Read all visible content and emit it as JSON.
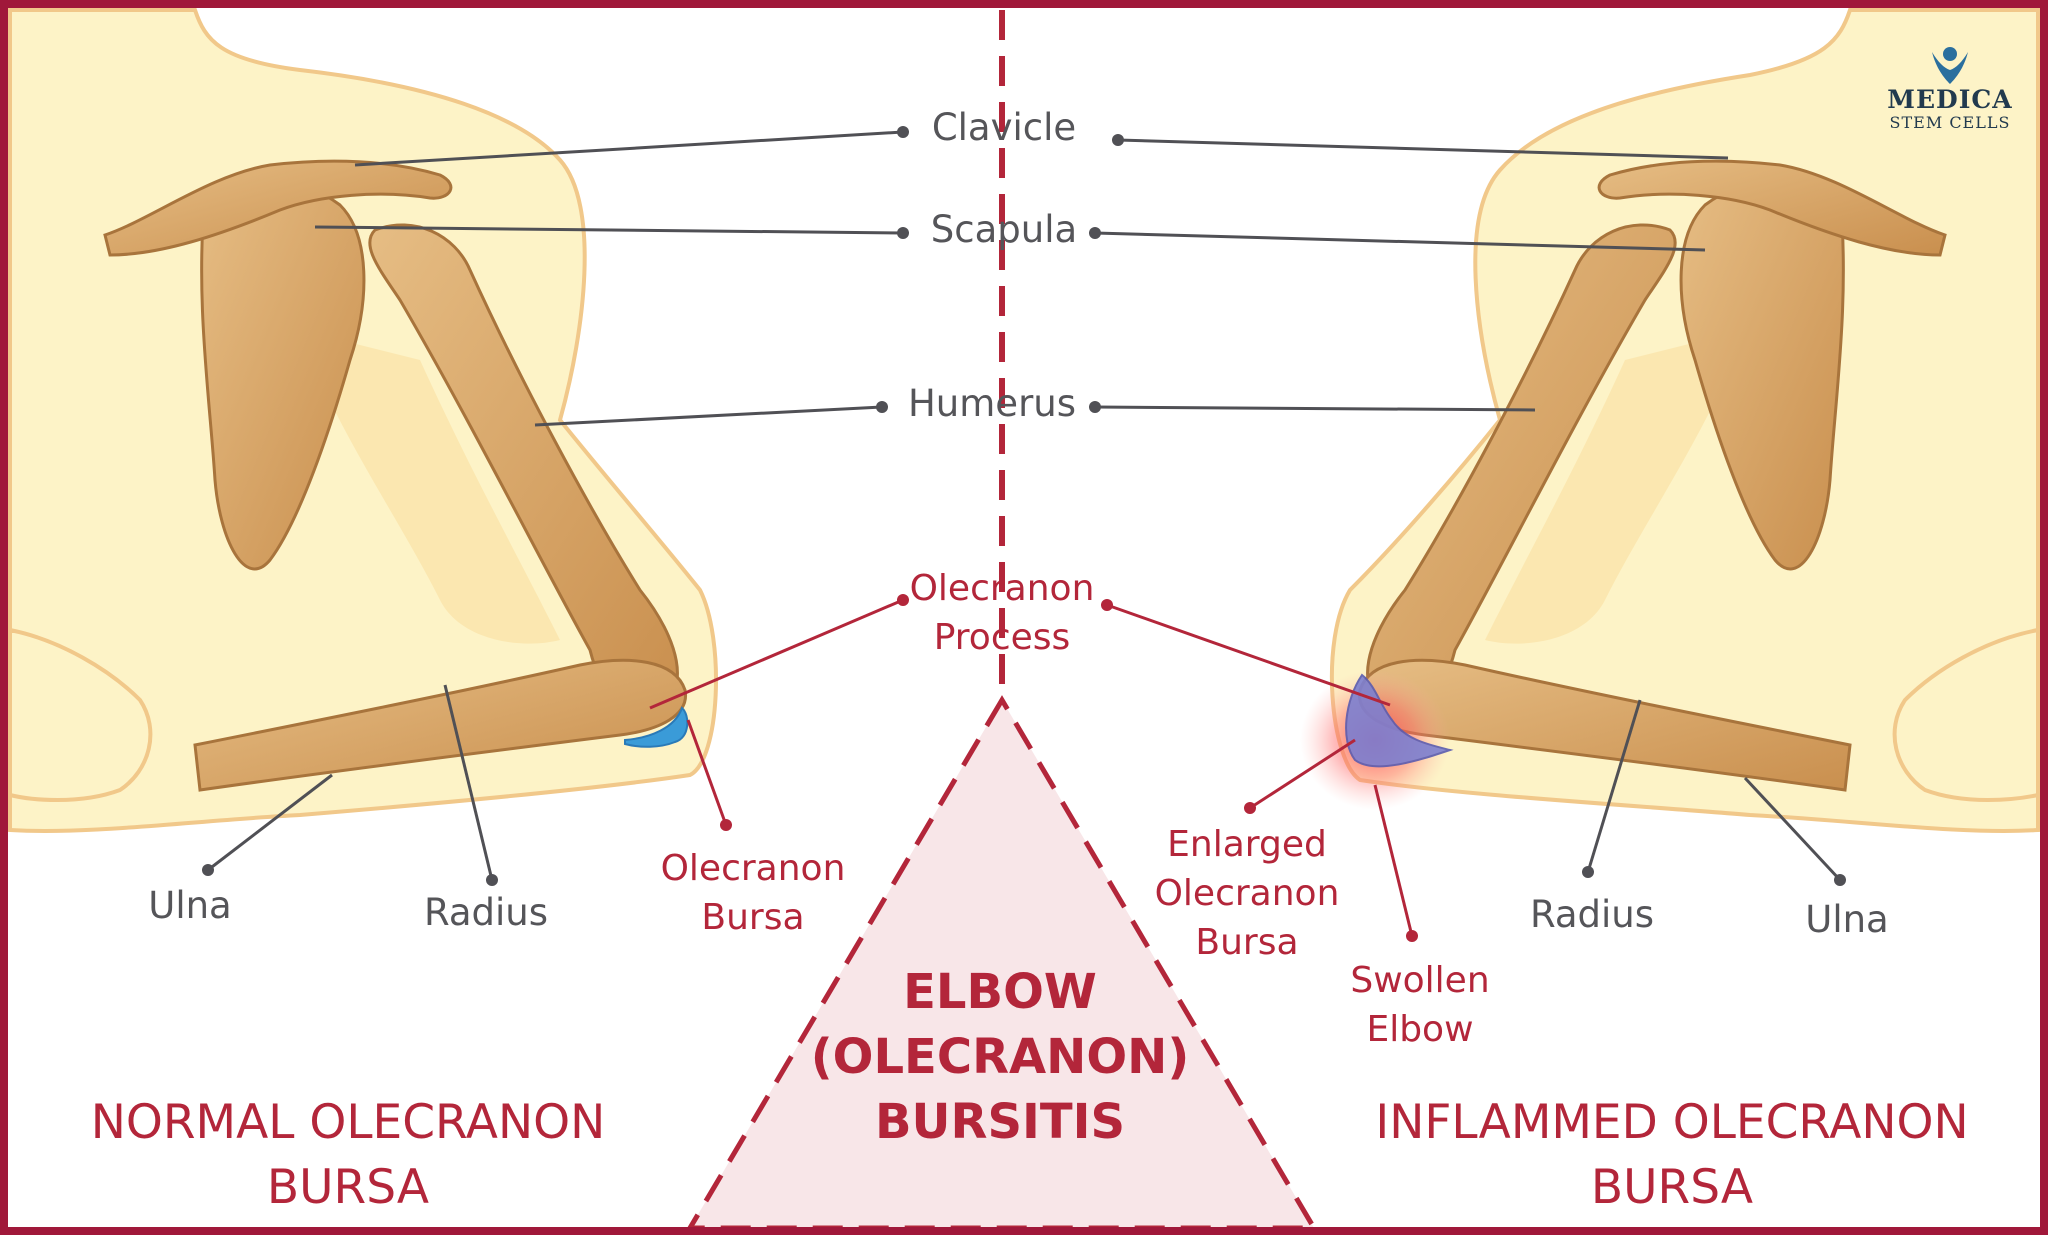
{
  "labels": {
    "clavicle": "Clavicle",
    "scapula": "Scapula",
    "humerus": "Humerus",
    "olecranon_process_line1": "Olecranon",
    "olecranon_process_line2": "Process",
    "ulna": "Ulna",
    "radius": "Radius",
    "olecranon_bursa_line1": "Olecranon",
    "olecranon_bursa_line2": "Bursa",
    "enlarged_line1": "Enlarged",
    "enlarged_line2": "Olecranon",
    "enlarged_line3": "Bursa",
    "swollen_line1": "Swollen",
    "swollen_line2": "Elbow"
  },
  "captions": {
    "normal_line1": "NORMAL OLECRANON",
    "normal_line2": "BURSA",
    "inflamed_line1": "INFLAMMED OLECRANON",
    "inflamed_line2": "BURSA"
  },
  "center_title": {
    "line1": "ELBOW",
    "line2": "(OLECRANON)",
    "line3": "BURSITIS"
  },
  "logo": {
    "name": "MEDICA",
    "subtitle": "STEM CELLS"
  },
  "colors": {
    "frame": "#a0183a",
    "accent_red": "#b3263a",
    "skin": "#fdf3c7",
    "bone": "#d9a86a",
    "bursa_normal": "#3a9bd8",
    "bursa_inflamed": "#7c7fd0"
  }
}
